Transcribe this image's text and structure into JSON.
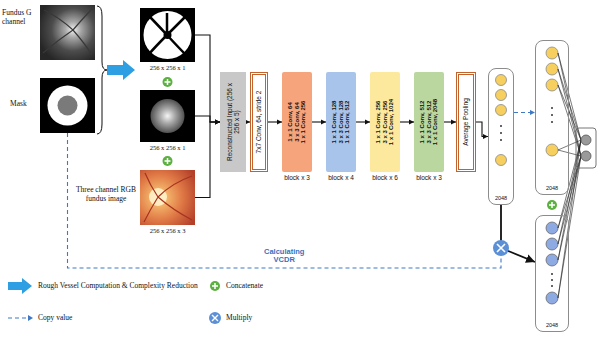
{
  "diagram": {
    "nodes": [
      {
        "text": [
          "Fundus G channel"
        ]
      },
      {
        "text": [
          "Mask"
        ]
      },
      {
        "text": [
          "256 x 256 x 1"
        ]
      },
      {
        "text": [
          "256 x 256 x 1"
        ]
      },
      {
        "text": [
          "Three channel RGB fundus image",
          "256 x 256 x 3"
        ]
      },
      {
        "text": [
          "Reconstructed Input (256 x 256 x 5)"
        ]
      },
      {
        "text": [
          "7x7 Conv, 64, stride 2"
        ]
      },
      {
        "text": [
          "1 x 1 Conv, 64",
          "3 x 3 Conv, 64",
          "1 x 1 Conv, 256",
          "block x 3"
        ]
      },
      {
        "text": [
          "1 x 1 Conv, 128",
          "3 x 3 Conv, 128",
          "1 x 1 Conv, 512",
          "block x 4"
        ]
      },
      {
        "text": [
          "1 x 1 Conv, 256",
          "3 x 3 Conv, 256",
          "1 x 1 Conv, 1024",
          "block x 6"
        ]
      },
      {
        "text": [
          "1 x 1 Conv, 512",
          "3 x 3 Conv, 512",
          "1 x 1 Conv, 2048",
          "block x 3"
        ]
      },
      {
        "text": [
          "Average Pooling"
        ]
      },
      {
        "text": [
          "2048"
        ]
      },
      {
        "text": [
          "2048"
        ]
      },
      {
        "text": [
          "2048"
        ]
      }
    ],
    "edges": [
      {
        "from": 2,
        "to": 5,
        "arrow": "to"
      },
      {
        "from": 3,
        "to": 5,
        "arrow": "to"
      },
      {
        "from": 4,
        "to": 5,
        "arrow": "to"
      },
      {
        "from": 5,
        "to": 6,
        "arrow": "to"
      },
      {
        "from": 6,
        "to": 7,
        "arrow": "to"
      },
      {
        "from": 7,
        "to": 8,
        "arrow": "to"
      },
      {
        "from": 8,
        "to": 9,
        "arrow": "to"
      },
      {
        "from": 9,
        "to": 10,
        "arrow": "to"
      },
      {
        "from": 10,
        "to": 11,
        "arrow": "to"
      },
      {
        "from": 11,
        "to": 12,
        "arrow": "to"
      },
      {
        "from": 12,
        "to": 13,
        "arrow": "to"
      },
      {
        "from": 12,
        "to": 14,
        "arrow": "to"
      },
      {
        "from": 1,
        "to": 14,
        "label": "Calculating VCDR",
        "arrow": "none"
      }
    ],
    "legend": [
      {
        "text": "Rough Vessel Computation & Complexity Reduction"
      },
      {
        "text": "Concatenate"
      },
      {
        "text": "Copy value"
      },
      {
        "text": "Multiply"
      }
    ]
  }
}
